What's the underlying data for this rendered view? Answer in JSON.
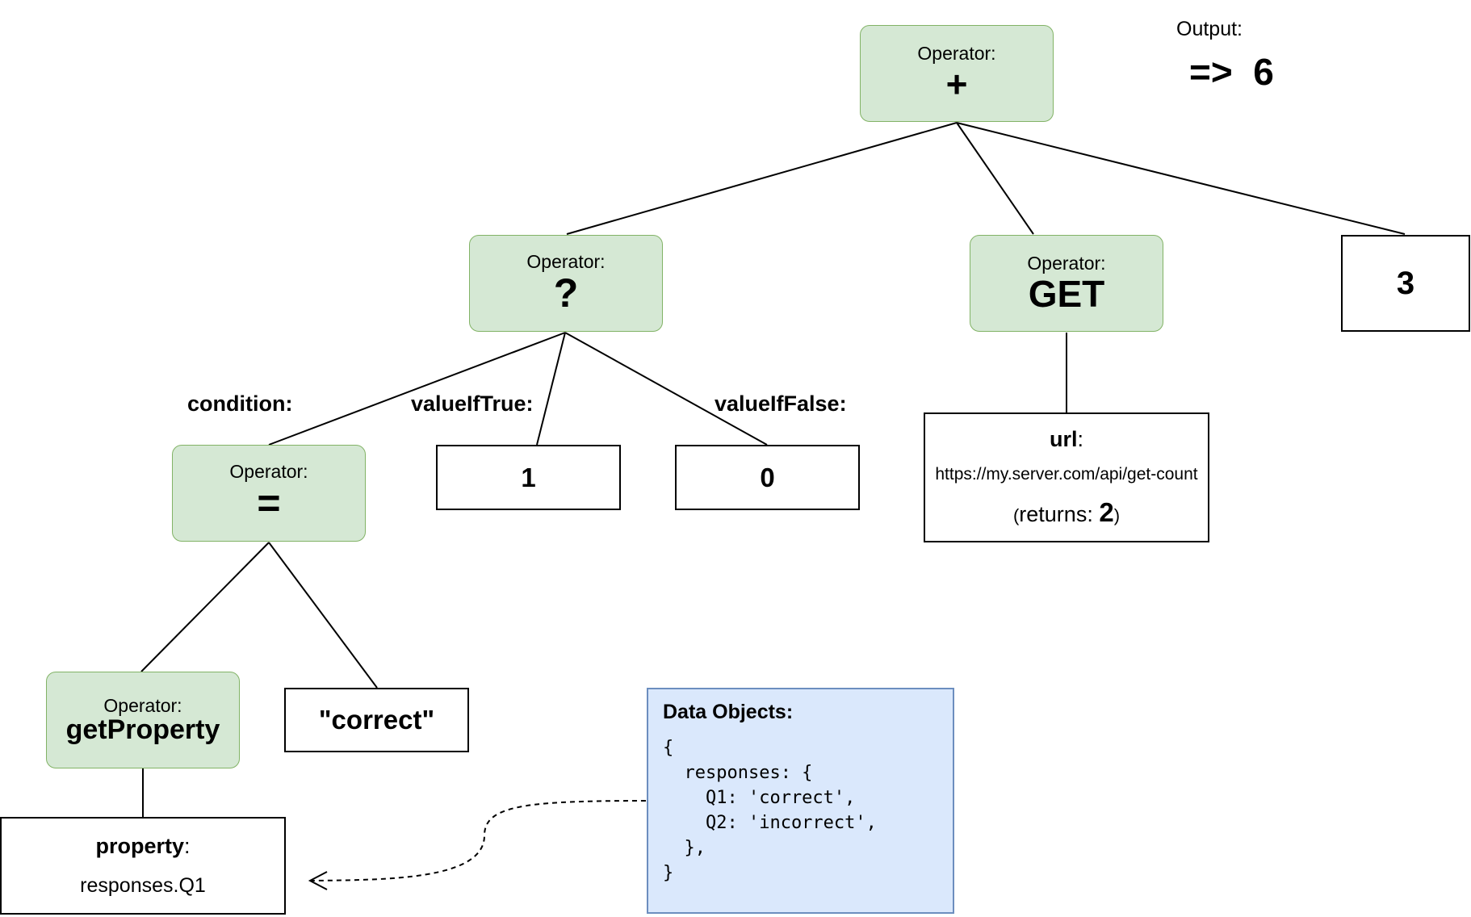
{
  "output": {
    "label": "Output:",
    "value": "=>  6"
  },
  "nodes": {
    "plus": {
      "label": "Operator:",
      "symbol": "+"
    },
    "ternary": {
      "label": "Operator:",
      "symbol": "?"
    },
    "get": {
      "label": "Operator:",
      "symbol": "GET"
    },
    "equals": {
      "label": "Operator:",
      "symbol": "="
    },
    "getProperty": {
      "label": "Operator:",
      "symbol": "getProperty"
    },
    "three": {
      "text": "3"
    },
    "one": {
      "text": "1"
    },
    "zero": {
      "text": "0"
    },
    "correct": {
      "text": "\"correct\""
    },
    "url": {
      "key": "url",
      "sep": ":",
      "value": "https://my.server.com/api/get-count",
      "returns_open": "(",
      "returns_label": "returns:",
      "returns_value": "2",
      "returns_close": ")"
    },
    "property": {
      "key": "property",
      "sep": ":",
      "value": "responses.Q1"
    }
  },
  "edge_labels": {
    "condition": "condition:",
    "valueIfTrue": "valueIfTrue:",
    "valueIfFalse": "valueIfFalse:"
  },
  "data_objects": {
    "title": "Data Objects:",
    "code": "{\n  responses: {\n    Q1: 'correct',\n    Q2: 'incorrect',\n  },\n}"
  },
  "colors": {
    "operator_fill": "#d5e8d4",
    "operator_stroke": "#82b366",
    "data_fill": "#dae8fc",
    "data_stroke": "#6c8ebf"
  }
}
